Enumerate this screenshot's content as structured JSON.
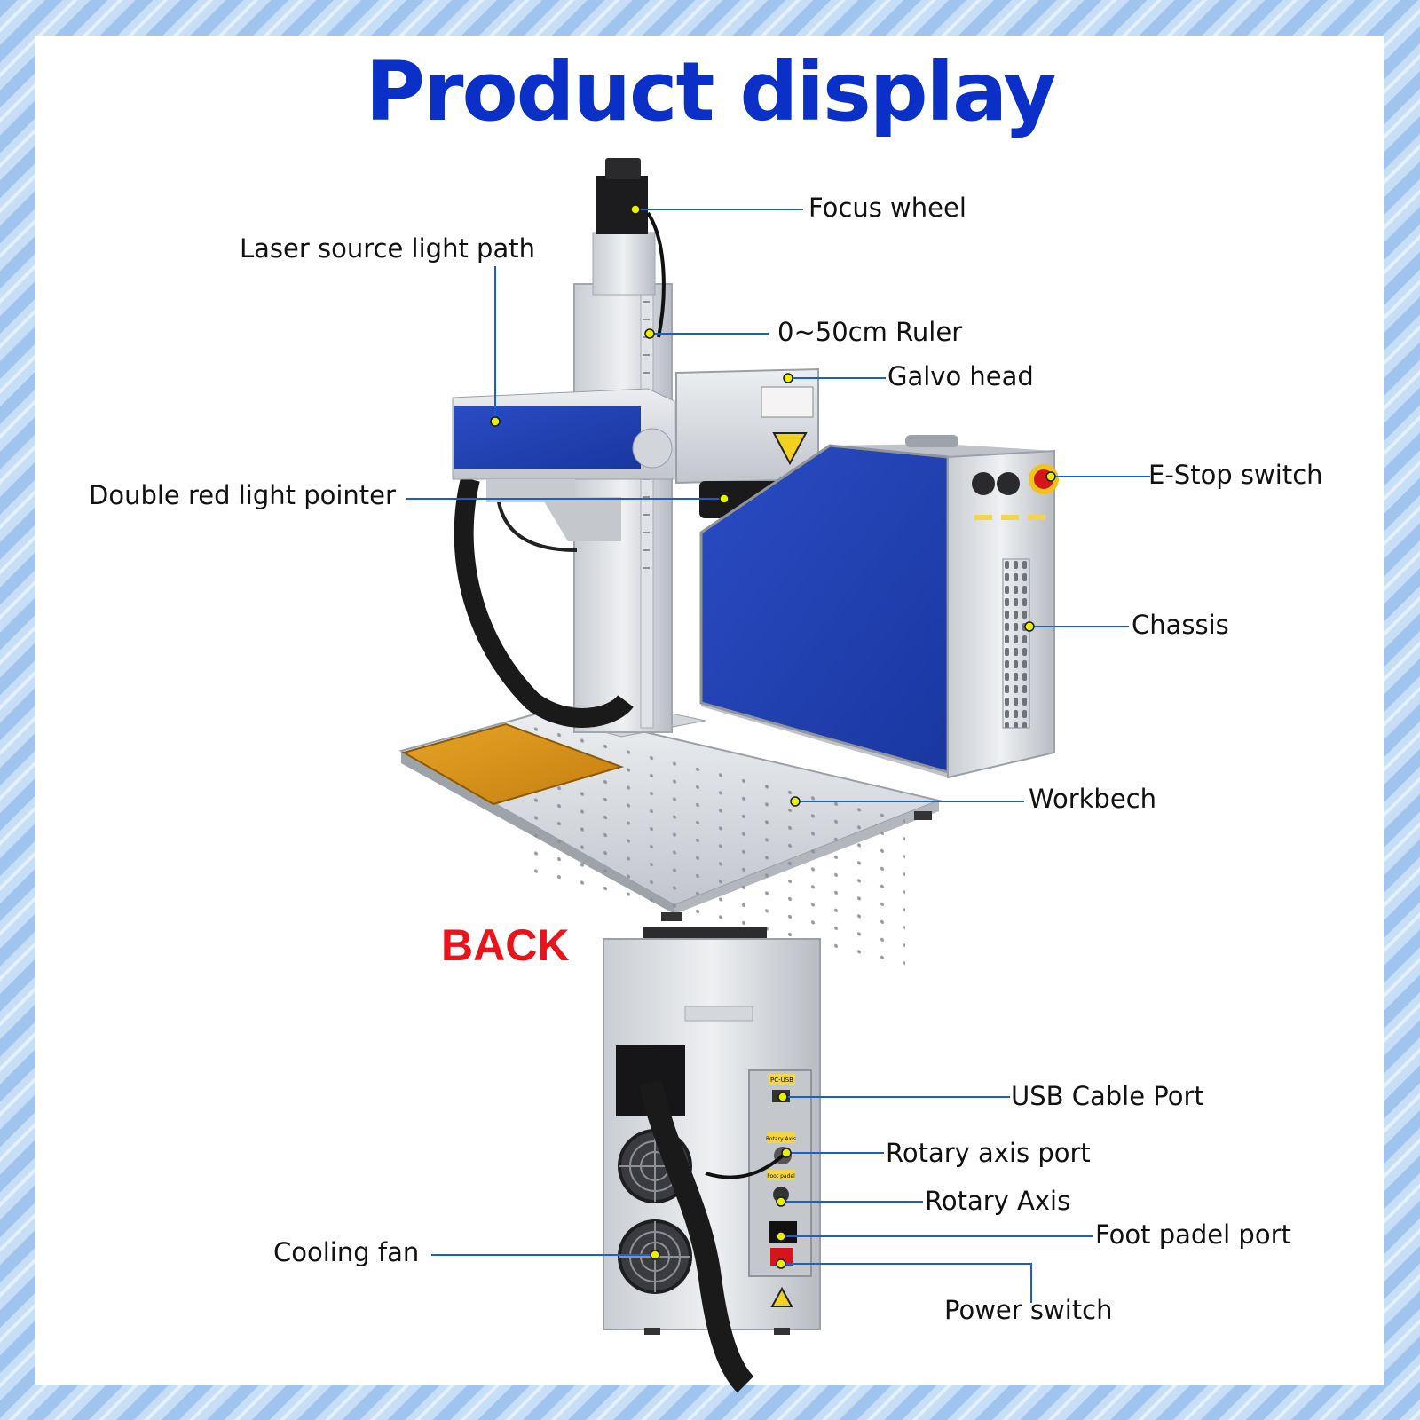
{
  "title": "Product display",
  "back_label": "BACK",
  "colors": {
    "title": "#0a30c8",
    "back_label": "#e8141c",
    "leader_line": "#1a5fd0",
    "marker_dot": "#e8f000",
    "blue_panel": "#1d3fb0",
    "frame_background": "#bcd7f3"
  },
  "front_callouts": {
    "focus_wheel": "Focus wheel",
    "laser_source_light_path": "Laser source light path",
    "ruler": "0~50cm Ruler",
    "galvo_head": "Galvo head",
    "e_stop_switch": "E-Stop switch",
    "double_red_light_pointer": "Double red light pointer",
    "chassis": "Chassis",
    "workbench": "Workbech"
  },
  "back_callouts": {
    "usb_cable_port": "USB Cable Port",
    "rotary_axis_port": "Rotary axis port",
    "rotary_axis": "Rotary Axis",
    "foot_pedal_port": "Foot padel port",
    "cooling_fan": "Cooling fan",
    "power_switch": "Power switch"
  },
  "back_panel_labels": {
    "usb": "PC-USB",
    "rotary": "Rotary Axis",
    "foot": "Foot padel"
  }
}
